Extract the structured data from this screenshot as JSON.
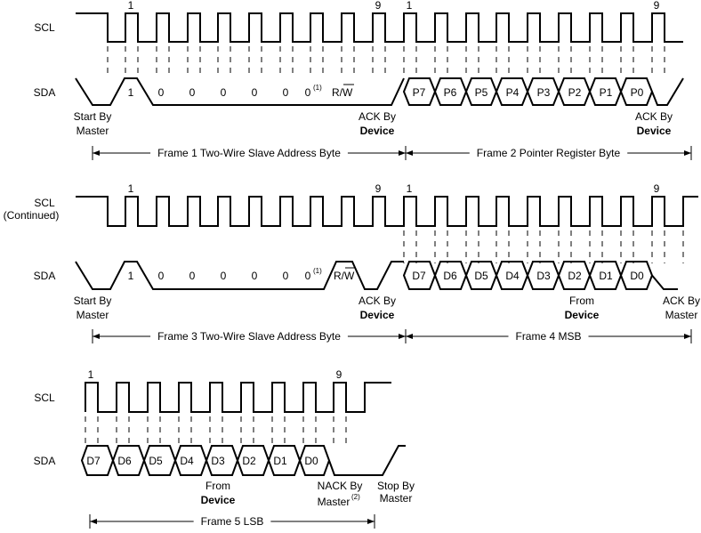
{
  "signals": {
    "scl": "SCL",
    "scl_continued": "(Continued)",
    "sda": "SDA"
  },
  "clock_marks": {
    "one": "1",
    "nine": "9"
  },
  "bits": {
    "one": "1",
    "zero": "0",
    "note1": "(1)",
    "note2": "(2)",
    "rw_r": "R/",
    "rw_w": "W",
    "pointer": [
      "P7",
      "P6",
      "P5",
      "P4",
      "P3",
      "P2",
      "P1",
      "P0"
    ],
    "data": [
      "D7",
      "D6",
      "D5",
      "D4",
      "D3",
      "D2",
      "D1",
      "D0"
    ]
  },
  "labels": {
    "start_by": "Start By",
    "master": "Master",
    "ack_by": "ACK By",
    "device": "Device",
    "from": "From",
    "nack_by": "NACK By",
    "stop_by": "Stop By"
  },
  "frames": {
    "frame1": "Frame 1 Two-Wire Slave Address Byte",
    "frame2": "Frame 2 Pointer Register Byte",
    "frame3": "Frame 3 Two-Wire Slave Address Byte",
    "frame4": "Frame 4 MSB",
    "frame5": "Frame 5 LSB"
  }
}
